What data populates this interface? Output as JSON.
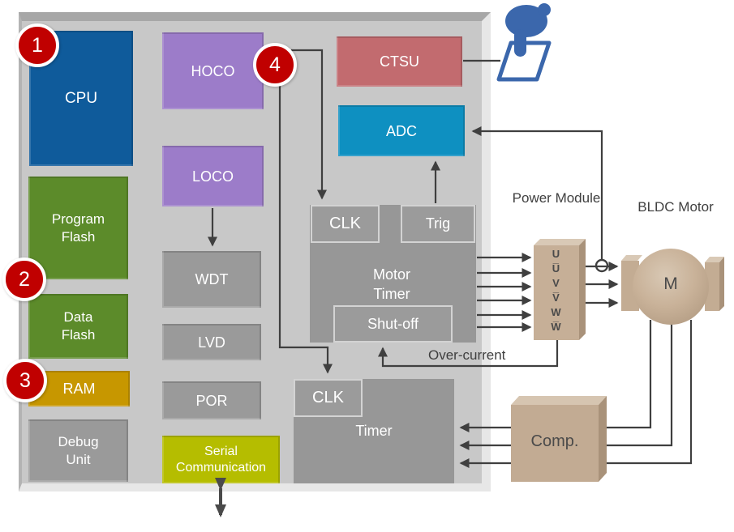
{
  "mcu": {
    "cpu": "CPU",
    "program_flash": "Program Flash",
    "data_flash": "Data Flash",
    "ram": "RAM",
    "debug_unit": "Debug Unit",
    "hoco": "HOCO",
    "loco": "LOCO",
    "wdt": "WDT",
    "lvd": "LVD",
    "por": "POR",
    "serial_communication": "Serial Communication",
    "ctsu": "CTSU",
    "adc": "ADC",
    "motor_timer": {
      "clk": "CLK",
      "trig": "Trig",
      "label": "Motor Timer",
      "shut_off": "Shut-off"
    },
    "timer": {
      "clk": "CLK",
      "label": "Timer"
    }
  },
  "external": {
    "power_module": {
      "label": "Power Module",
      "phases": [
        "U",
        "U̅",
        "V",
        "V̅",
        "W",
        "W̅"
      ]
    },
    "bldc_motor": {
      "label": "BLDC Motor",
      "marking": "M"
    },
    "comparator": {
      "label": "Comp."
    }
  },
  "labels": {
    "over_current": "Over-current"
  },
  "callouts": [
    "1",
    "2",
    "3",
    "4"
  ],
  "icons": {
    "touch": "touch-finger-icon",
    "current_sense": "current-sense-loop-icon"
  },
  "colors": {
    "callout_red": "#c00000",
    "cpu_blue": "#0f5b9b",
    "flash_green": "#5c8b2a",
    "ram_gold": "#c79700",
    "oscillator_purple": "#9c7cc9",
    "ctsu_red": "#c26b6f",
    "adc_blue": "#0e90c1",
    "serial_yellow": "#b5bd00",
    "block_gray": "#9a9a9a",
    "panel_gray": "#c8c8c8",
    "module_tan": "#c6af97",
    "line_gray": "#3f3f3f",
    "touch_blue": "#3b67ac"
  }
}
